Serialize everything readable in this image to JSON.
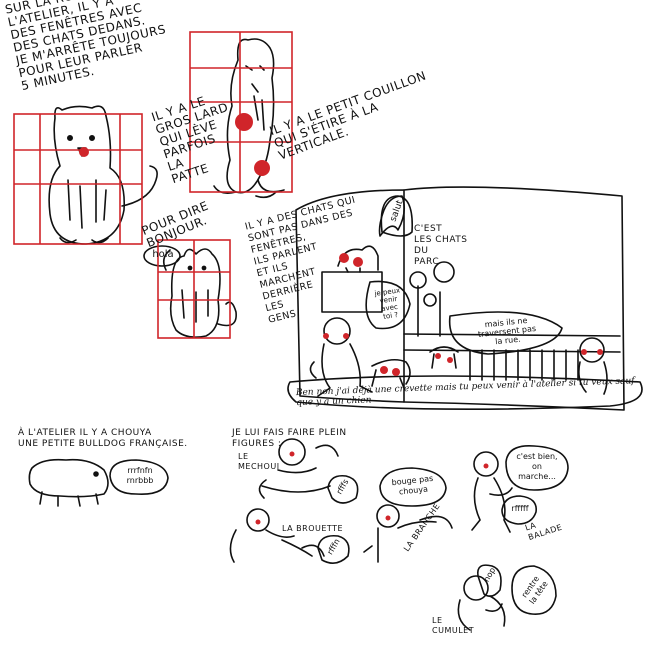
{
  "colors": {
    "ink": "#111111",
    "accent": "#d0252a",
    "paper": "#ffffff"
  },
  "top_left": {
    "intro": "SUR LA ROUTE DE\nL'ATELIER, IL Y A\nDES FENÊTRES AVEC\nDES CHATS DEDANS.\nJE M'ARRÊTE TOUJOURS\nPOUR LEUR PARLER\n5 MINUTES.",
    "gros_lard": "IL Y A LE\nGROS LARD\nQUI LÈVE\nPARFOIS\nLA\nPATTE",
    "pour_dire": "POUR DIRE\nBONJOUR.",
    "petit_couillon": "IL Y A LE PETIT COUILLON\nQUI S'ÉTIRE À LA\nVERTICALE.",
    "hola": "hola"
  },
  "top_right": {
    "chats_qui": "IL Y A DES CHATS QUI\nSONT PAS DANS DES\nFENÊTRES,\nILS PARLENT\nET ILS\nMARCHENT\nDERRIÈRE\nLES\nGENS.",
    "salut": "salut",
    "chats_du_parc": "C'EST\nLES CHATS\nDU\nPARC",
    "je_peux": "je peux\nvenir\navec\ntoi ?",
    "mais_ils": "mais ils ne\ntraversent pas\nla rue.",
    "bottom_line": "Ben non j'ai déjà une crevette mais tu peux venir à l'atelier si tu veux sauf que y a un chien"
  },
  "bottom": {
    "bulldog": "À L'ATELIER IL Y A CHOUYA\nUNE PETITE BULLDOG FRANÇAISE.",
    "rrr": "rrrfnfn\nrnrbbb",
    "figures": "JE LUI FAIS FAIRE PLEIN\nFIGURES :",
    "le_mechoui": "LE\nMECHOUI",
    "rfffs": "rfffs",
    "la_brouette": "LA BROUETTE",
    "rffn": "rfffn",
    "bouge_pas": "bouge pas\nchouya",
    "la_branche": "LA BRANCHE",
    "cest_bien": "c'est bien,\non\nmarche...",
    "rfff2": "rfffff",
    "la_balade": "LA\nBALADE",
    "hop": "hop",
    "rentre": "rentre\nla tête",
    "le_cumulet": "LE\nCUMULET"
  }
}
